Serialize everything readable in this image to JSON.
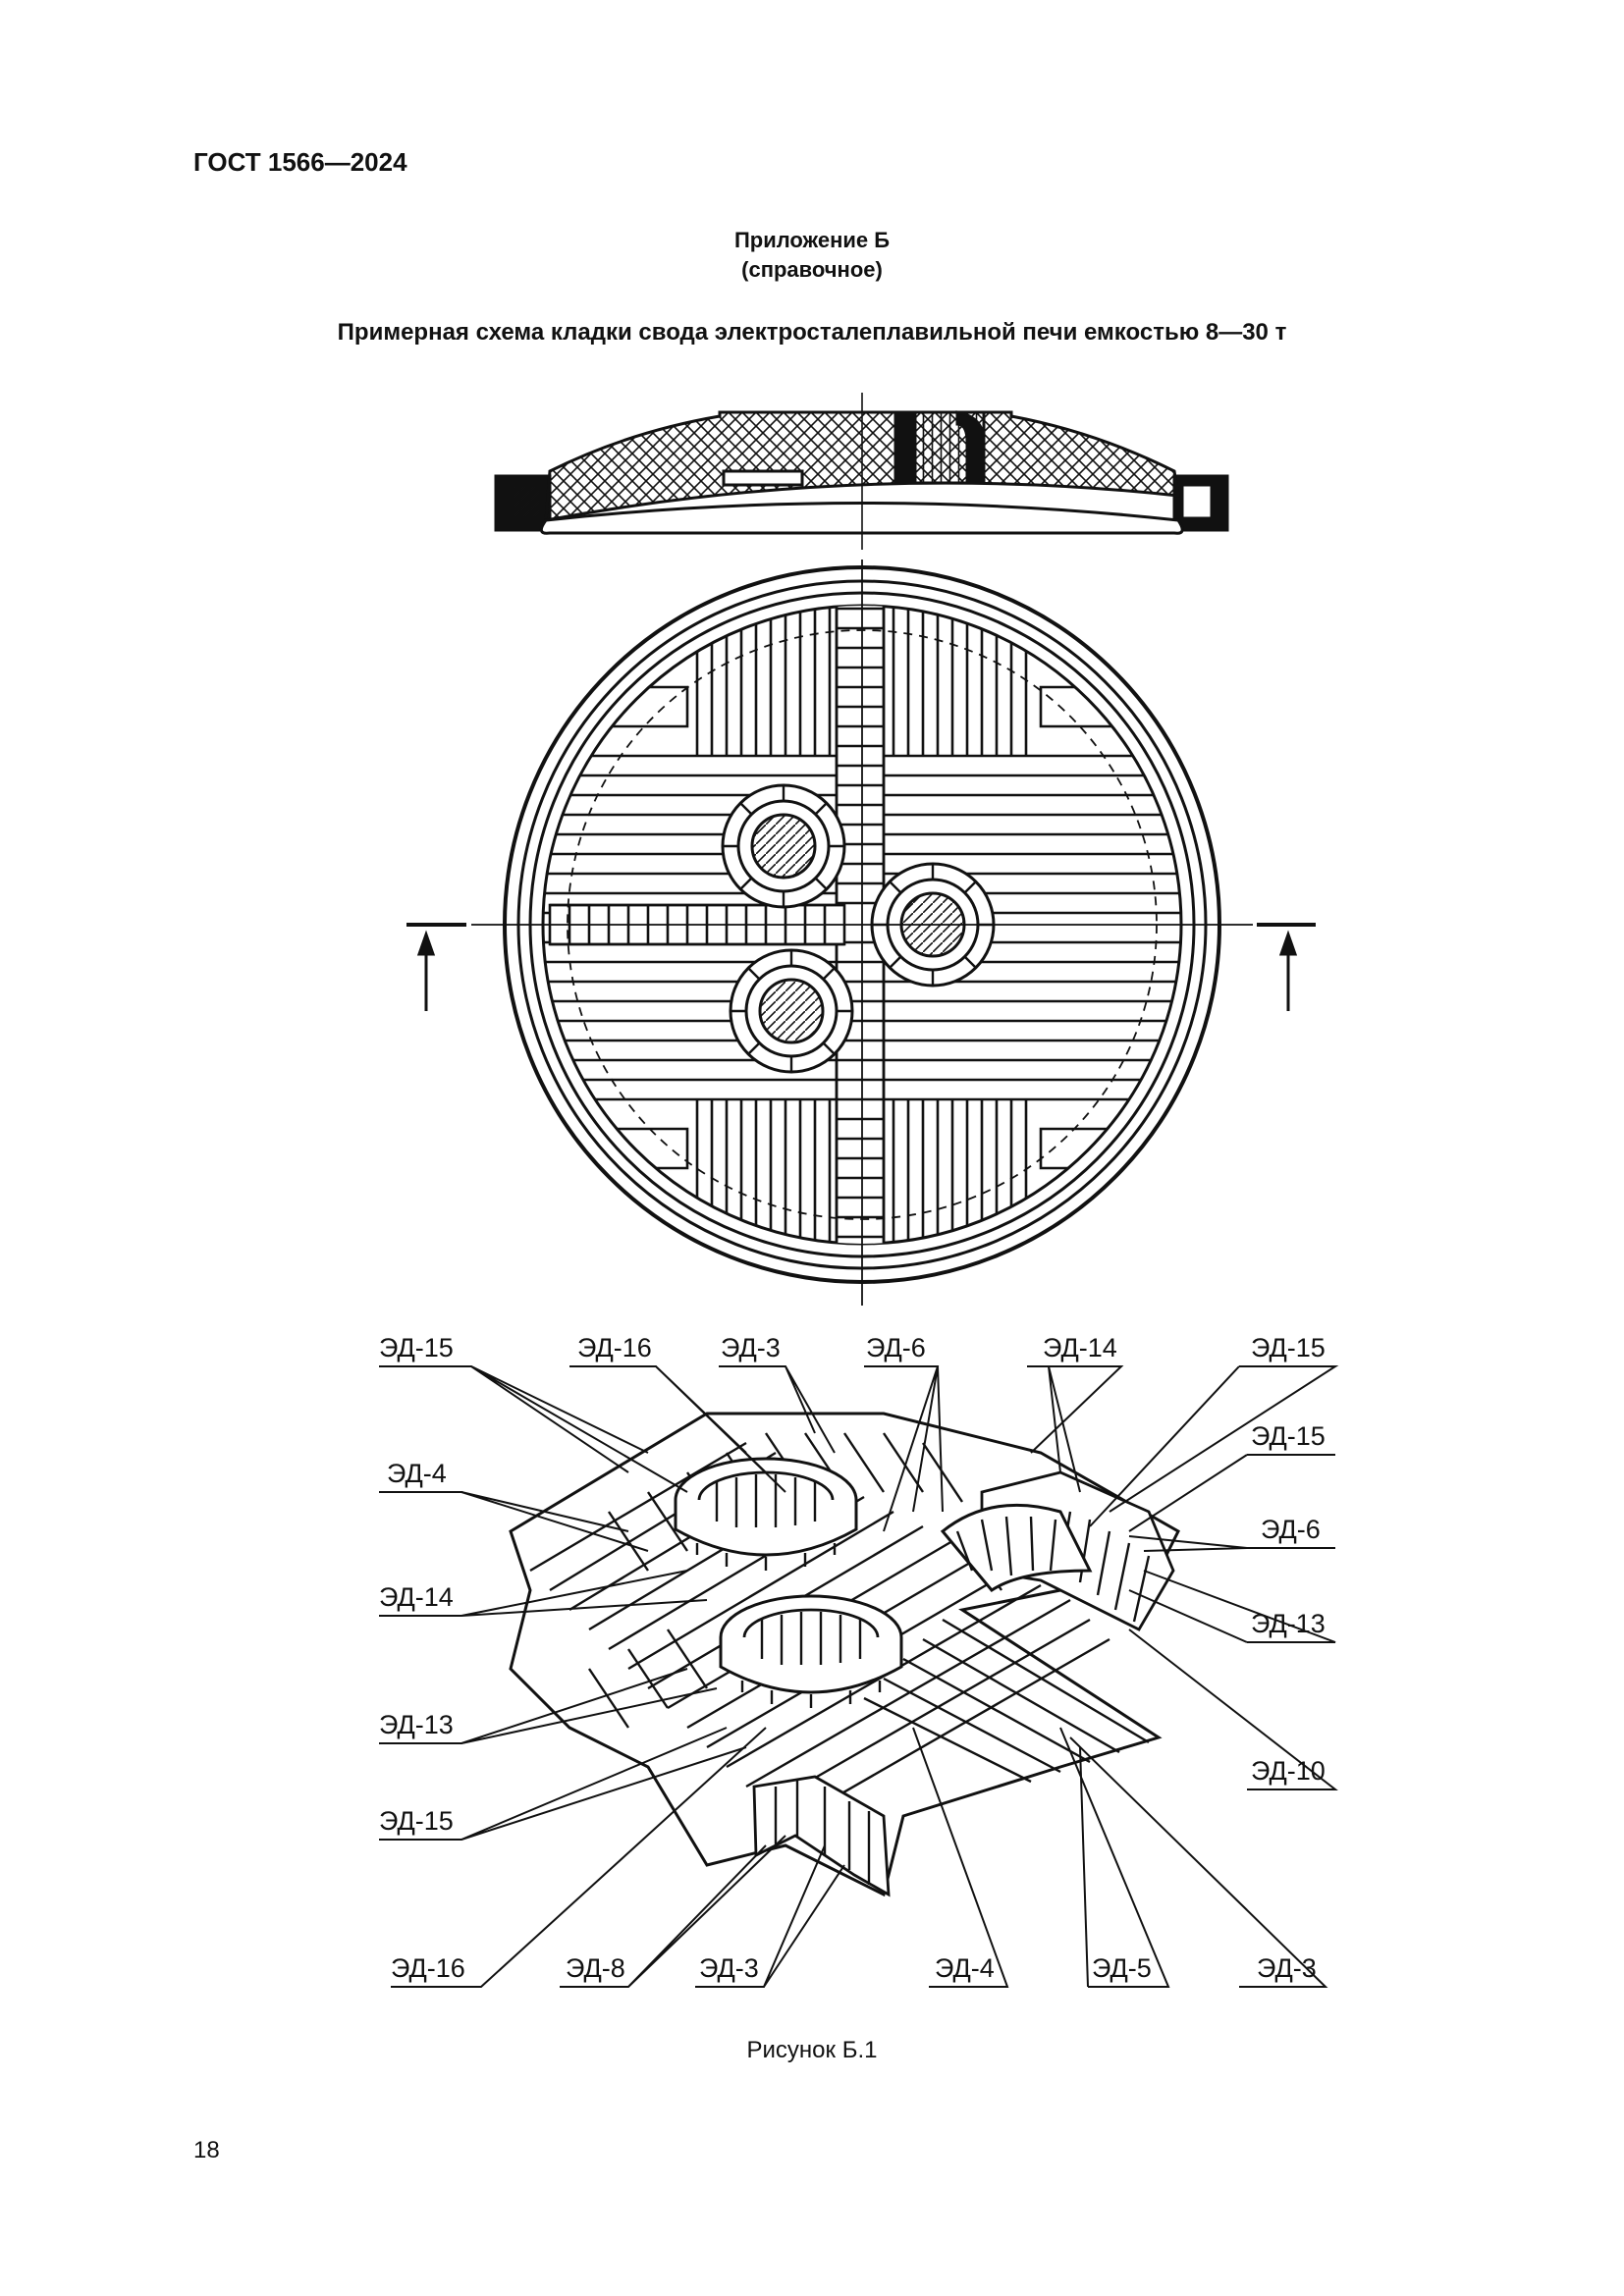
{
  "header": {
    "doc_code": "ГОСТ 1566—2024"
  },
  "annex": {
    "title": "Приложение Б",
    "kind": "(справочное)",
    "figure_title": "Примерная схема кладки свода электросталеплавильной печи емкостью 8—30 т"
  },
  "figure": {
    "caption": "Рисунок Б.1",
    "callouts": [
      "ЭД-15",
      "ЭД-16",
      "ЭД-3",
      "ЭД-6",
      "ЭД-14",
      "ЭД-15",
      "ЭД-4",
      "ЭД-15",
      "ЭД-6",
      "ЭД-14",
      "ЭД-13",
      "ЭД-13",
      "ЭД-10",
      "ЭД-15",
      "ЭД-16",
      "ЭД-8",
      "ЭД-3",
      "ЭД-4",
      "ЭД-5",
      "ЭД-3"
    ]
  },
  "footer": {
    "page_number": "18"
  }
}
